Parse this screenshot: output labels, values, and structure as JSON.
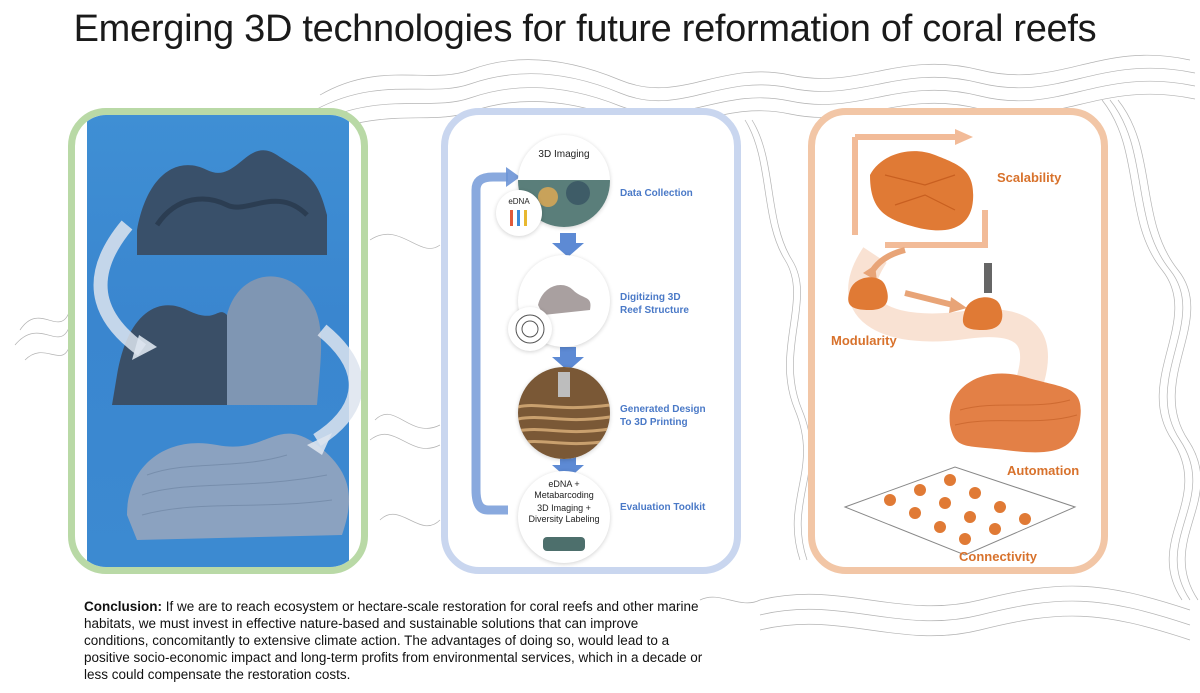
{
  "title": "Emerging 3D technologies for future reformation of coral reefs",
  "middle_panel": {
    "imaging_caption": "3D Imaging",
    "edna_caption": "eDNA",
    "steps": [
      {
        "label_line1": "Data Collection",
        "label_line2": ""
      },
      {
        "label_line1": "Digitizing 3D",
        "label_line2": "Reef Structure"
      },
      {
        "label_line1": "Generated Design",
        "label_line2": "To 3D Printing"
      },
      {
        "label_line1": "Evaluation Toolkit",
        "label_line2": ""
      }
    ],
    "toolkit_caption_lines": [
      "eDNA +",
      "Metabarcoding",
      "3D Imaging +",
      "Diversity Labeling"
    ]
  },
  "right_panel": {
    "labels": {
      "scalability": "Scalability",
      "modularity": "Modularity",
      "automation": "Automation",
      "connectivity": "Connectivity"
    }
  },
  "conclusion": {
    "heading": "Conclusion:",
    "text": "If we are to reach ecosystem or hectare-scale restoration for coral reefs and other marine habitats, we must invest in effective nature-based and sustainable solutions that can improve conditions, concomitantly to extensive climate action. The advantages of doing so, would lead to a positive socio-economic impact and long-term profits from environmental services, which in a decade or less could compensate the restoration costs."
  },
  "colors": {
    "left_border": "#b9d9a6",
    "mid_border": "#c9d6ef",
    "right_border": "#f2c6a6",
    "step_text": "#4a79c7",
    "orange_text": "#d8722c",
    "ocean_blue": "#3c8ad1"
  }
}
